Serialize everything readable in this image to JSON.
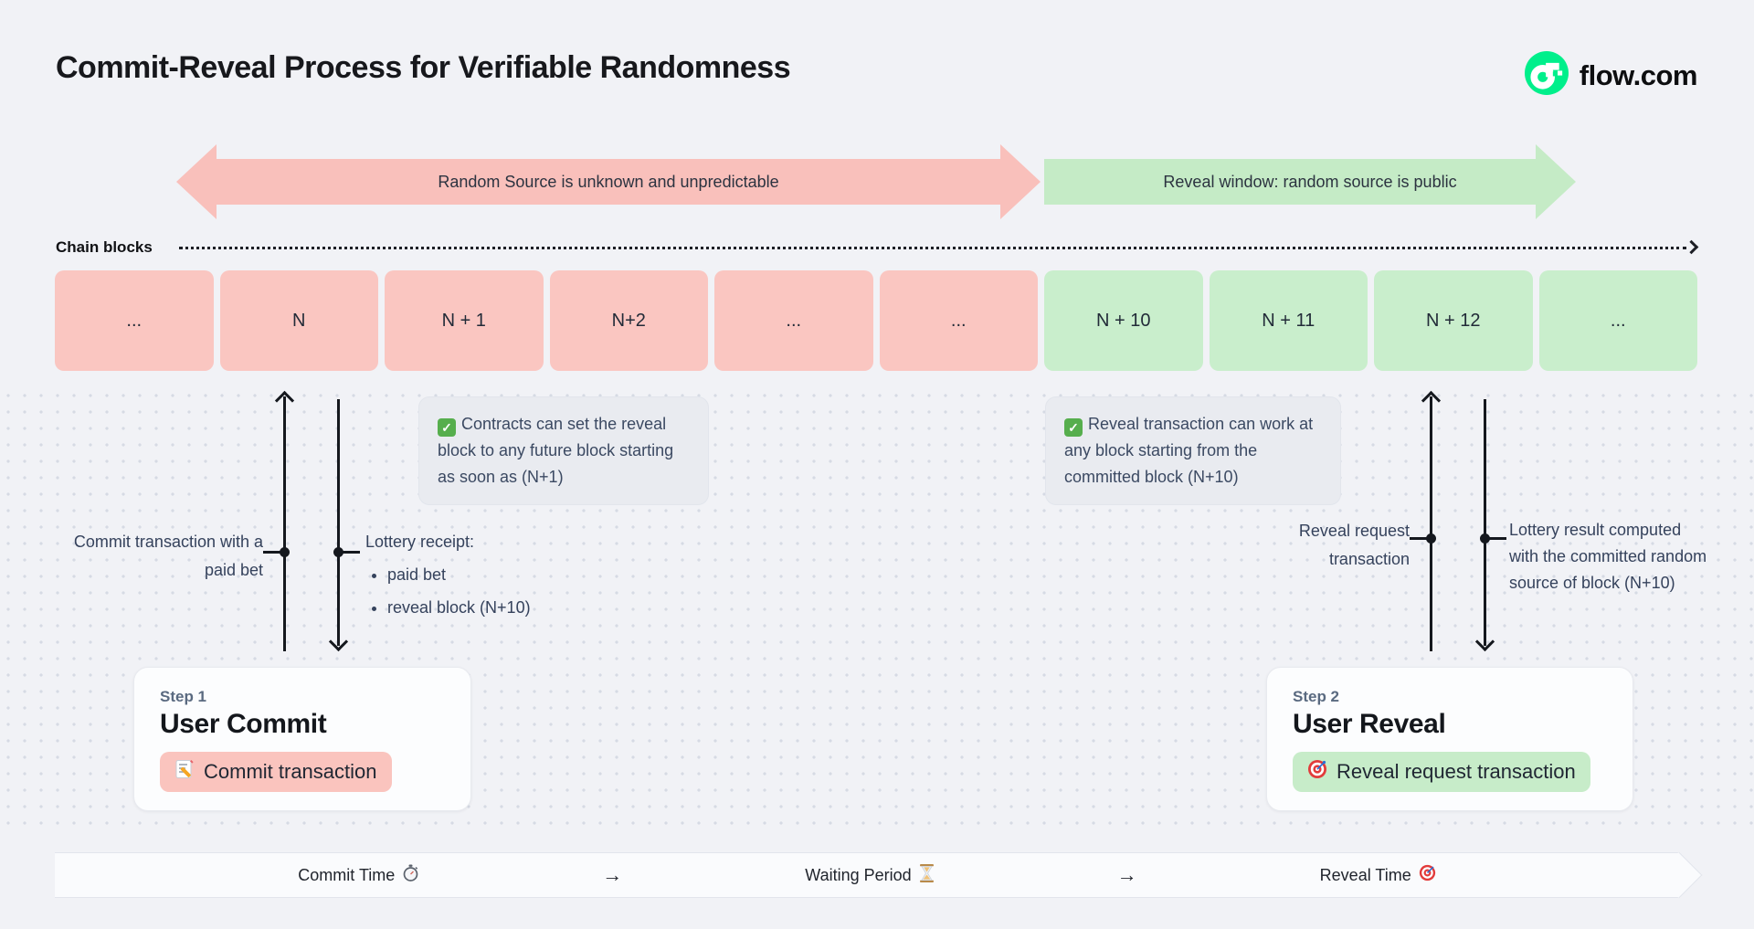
{
  "page": {
    "title": "Commit-Reveal Process for Verifiable Randomness"
  },
  "brand": {
    "name": "flow.com",
    "logo_icon": "flow-logo-icon",
    "logo_color": "#00ef8b"
  },
  "banners": {
    "unknown": {
      "label": "Random Source is unknown and unpredictable",
      "color": "#f9c0bb",
      "direction": "double"
    },
    "reveal": {
      "label": "Reveal window: random source is public",
      "color": "#c5ebc6",
      "direction": "right"
    }
  },
  "chain": {
    "label": "Chain blocks",
    "blocks": [
      {
        "label": "...",
        "phase": "commit",
        "color": "#fac6c1"
      },
      {
        "label": "N",
        "phase": "commit",
        "color": "#fac6c1"
      },
      {
        "label": "N + 1",
        "phase": "commit",
        "color": "#fac6c1"
      },
      {
        "label": "N+2",
        "phase": "commit",
        "color": "#fac6c1"
      },
      {
        "label": "...",
        "phase": "commit",
        "color": "#fac6c1"
      },
      {
        "label": "...",
        "phase": "commit",
        "color": "#fac6c1"
      },
      {
        "label": "N + 10",
        "phase": "reveal",
        "color": "#c9eecc"
      },
      {
        "label": "N + 11",
        "phase": "reveal",
        "color": "#c9eecc"
      },
      {
        "label": "N + 12",
        "phase": "reveal",
        "color": "#c9eecc"
      },
      {
        "label": "...",
        "phase": "reveal",
        "color": "#c9eecc"
      }
    ]
  },
  "annotations": {
    "commit_note": {
      "icon": "check-icon",
      "text": "Contracts can set the reveal block to any future block starting as soon as (N+1)"
    },
    "reveal_note": {
      "icon": "check-icon",
      "text": "Reveal transaction can work at any block starting from the committed block (N+10)"
    }
  },
  "callouts": {
    "commit_up": "Commit transaction with a paid bet",
    "lottery_receipt": {
      "title": "Lottery receipt:",
      "items": [
        "paid bet",
        "reveal block (N+10)"
      ]
    },
    "reveal_up": "Reveal request transaction",
    "lottery_result": "Lottery result computed with the committed random source of block (N+10)"
  },
  "steps": [
    {
      "kicker": "Step 1",
      "title": "User Commit",
      "button": {
        "icon": "memo-icon",
        "label": "Commit transaction",
        "color": "#fac4be"
      }
    },
    {
      "kicker": "Step 2",
      "title": "User Reveal",
      "button": {
        "icon": "target-icon",
        "label": "Reveal request transaction",
        "color": "#c7ecc9"
      }
    }
  ],
  "timeline": {
    "items": [
      {
        "label": "Commit Time",
        "icon": "stopwatch-icon"
      },
      {
        "label": "→",
        "icon": "arrow-right-icon"
      },
      {
        "label": "Waiting Period",
        "icon": "hourglass-icon"
      },
      {
        "label": "→",
        "icon": "arrow-right-icon"
      },
      {
        "label": "Reveal Time",
        "icon": "target-icon"
      }
    ]
  }
}
